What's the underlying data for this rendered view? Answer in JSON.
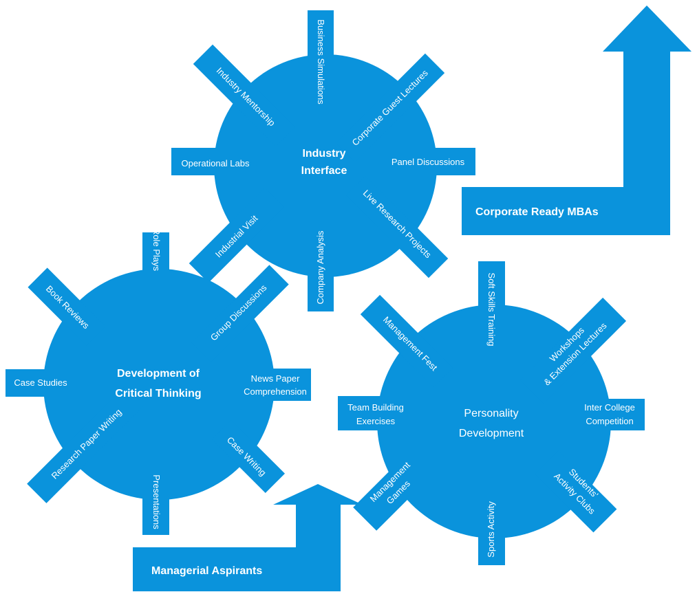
{
  "colors": {
    "accent": "#0a93dc",
    "text": "#ffffff"
  },
  "arrows": {
    "top_right": "Corporate Ready MBAs",
    "bottom_left": "Managerial Aspirants"
  },
  "gear_industry": {
    "hub": [
      "Industry",
      "Interface"
    ],
    "spokes": {
      "business_simulations": "Business Simulations",
      "corporate_guest_lectures": "Corporate Guest Lectures",
      "panel_discussions": "Panel Discussions",
      "live_research_projects": "Live Research Projects",
      "company_analysis": "Company Analysis",
      "industrial_visit": "Industrial Visit",
      "operational_labs": "Operational Labs",
      "industry_mentorship": "Industry Mentorship"
    }
  },
  "gear_critical": {
    "hub": [
      "Development of",
      "Critical Thinking"
    ],
    "spokes": {
      "role_plays": "Role Plays",
      "group_discussions": "Group Discussions",
      "news_paper": [
        "News Paper",
        "Comprehension"
      ],
      "case_writing": "Case Writing",
      "presentations": "Presentations",
      "research_paper_writing": "Research Paper Writing",
      "case_studies": "Case Studies",
      "book_reviews": "Book Reviews"
    }
  },
  "gear_personality": {
    "hub": [
      "Personality",
      "Development"
    ],
    "spokes": {
      "soft_skills_training": "Soft Skills Training",
      "workshops": [
        "Workshops",
        "& Extension Lectures"
      ],
      "inter_college": [
        "Inter College",
        "Competition"
      ],
      "students_activity": [
        "Students'",
        "Activity Clubs"
      ],
      "sports_activity": "Sports Activity",
      "management_games": [
        "Management",
        "Games"
      ],
      "team_building": [
        "Team Building",
        "Exercises"
      ],
      "management_fest": "Management Fest"
    }
  }
}
